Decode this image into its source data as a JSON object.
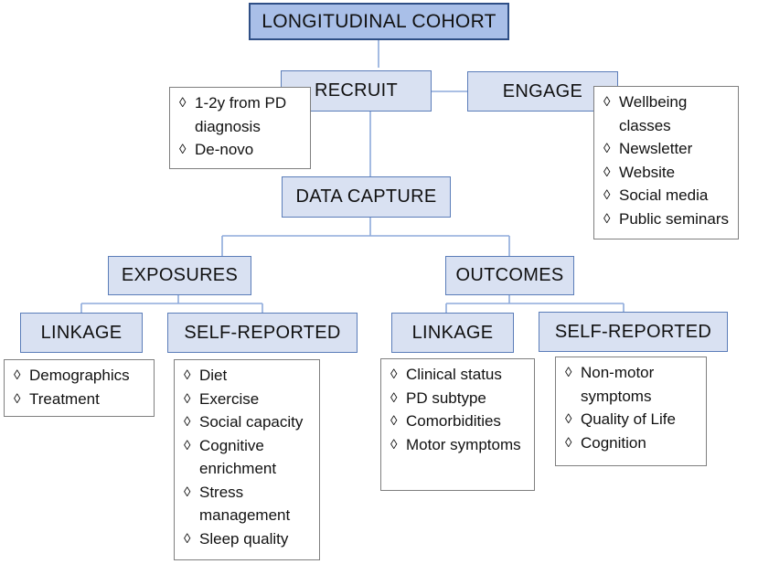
{
  "diagram": {
    "root": "LONGITUDINAL COHORT",
    "recruit": {
      "label": "RECRUIT",
      "items": [
        "1-2y from PD diagnosis",
        "De-novo"
      ]
    },
    "engage": {
      "label": "ENGAGE",
      "items": [
        "Wellbeing classes",
        "Newsletter",
        "Website",
        "Social media",
        "Public seminars"
      ]
    },
    "data_capture": "DATA CAPTURE",
    "exposures": {
      "label": "EXPOSURES",
      "linkage": {
        "label": "LINKAGE",
        "items": [
          "Demographics",
          "Treatment"
        ]
      },
      "self_reported": {
        "label": "SELF-REPORTED",
        "items": [
          "Diet",
          "Exercise",
          "Social capacity",
          "Cognitive enrichment",
          "Stress management",
          "Sleep quality"
        ]
      }
    },
    "outcomes": {
      "label": "OUTCOMES",
      "linkage": {
        "label": "LINKAGE",
        "items": [
          "Clinical status",
          "PD subtype",
          "Comorbidities",
          "Motor symptoms"
        ]
      },
      "self_reported": {
        "label": "SELF-REPORTED",
        "items": [
          "Non-motor symptoms",
          "Quality of Life",
          "Cognition"
        ]
      }
    },
    "bullet_symbol": "◊",
    "colors": {
      "root_fill": "#a9bfe8",
      "root_border": "#2f4f86",
      "node_fill": "#d9e1f2",
      "node_border": "#5b7db9",
      "connector": "#8eaadb",
      "list_border": "#7f7f7f"
    }
  }
}
